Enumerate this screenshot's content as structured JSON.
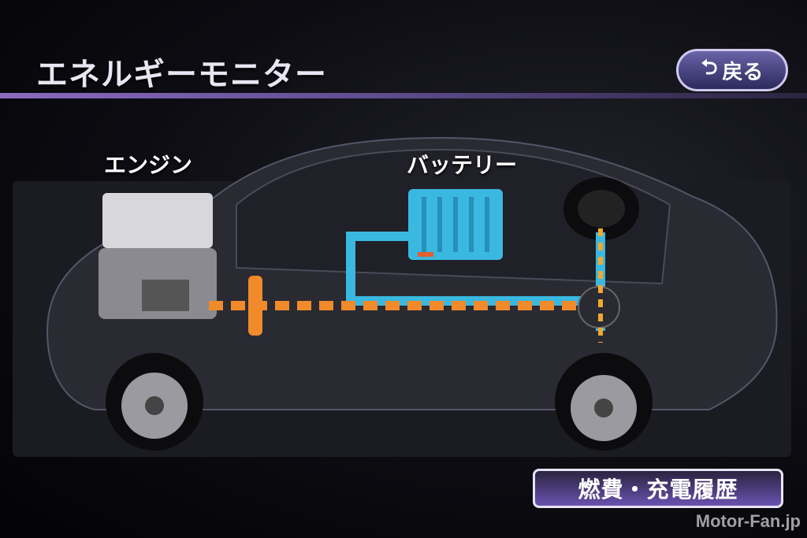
{
  "header": {
    "title": "エネルギーモニター",
    "back_label": "戻る",
    "back_icon": "return-arrow-icon"
  },
  "diagram": {
    "engine_label": "エンジン",
    "battery_label": "バッテリー",
    "colors": {
      "engine_flow": "#f08a2a",
      "battery_flow": "#3ab8e0",
      "accent": "#7a5cc0"
    }
  },
  "footer": {
    "history_button": "燃費・充電履歴"
  },
  "watermark": "Motor-Fan.jp"
}
